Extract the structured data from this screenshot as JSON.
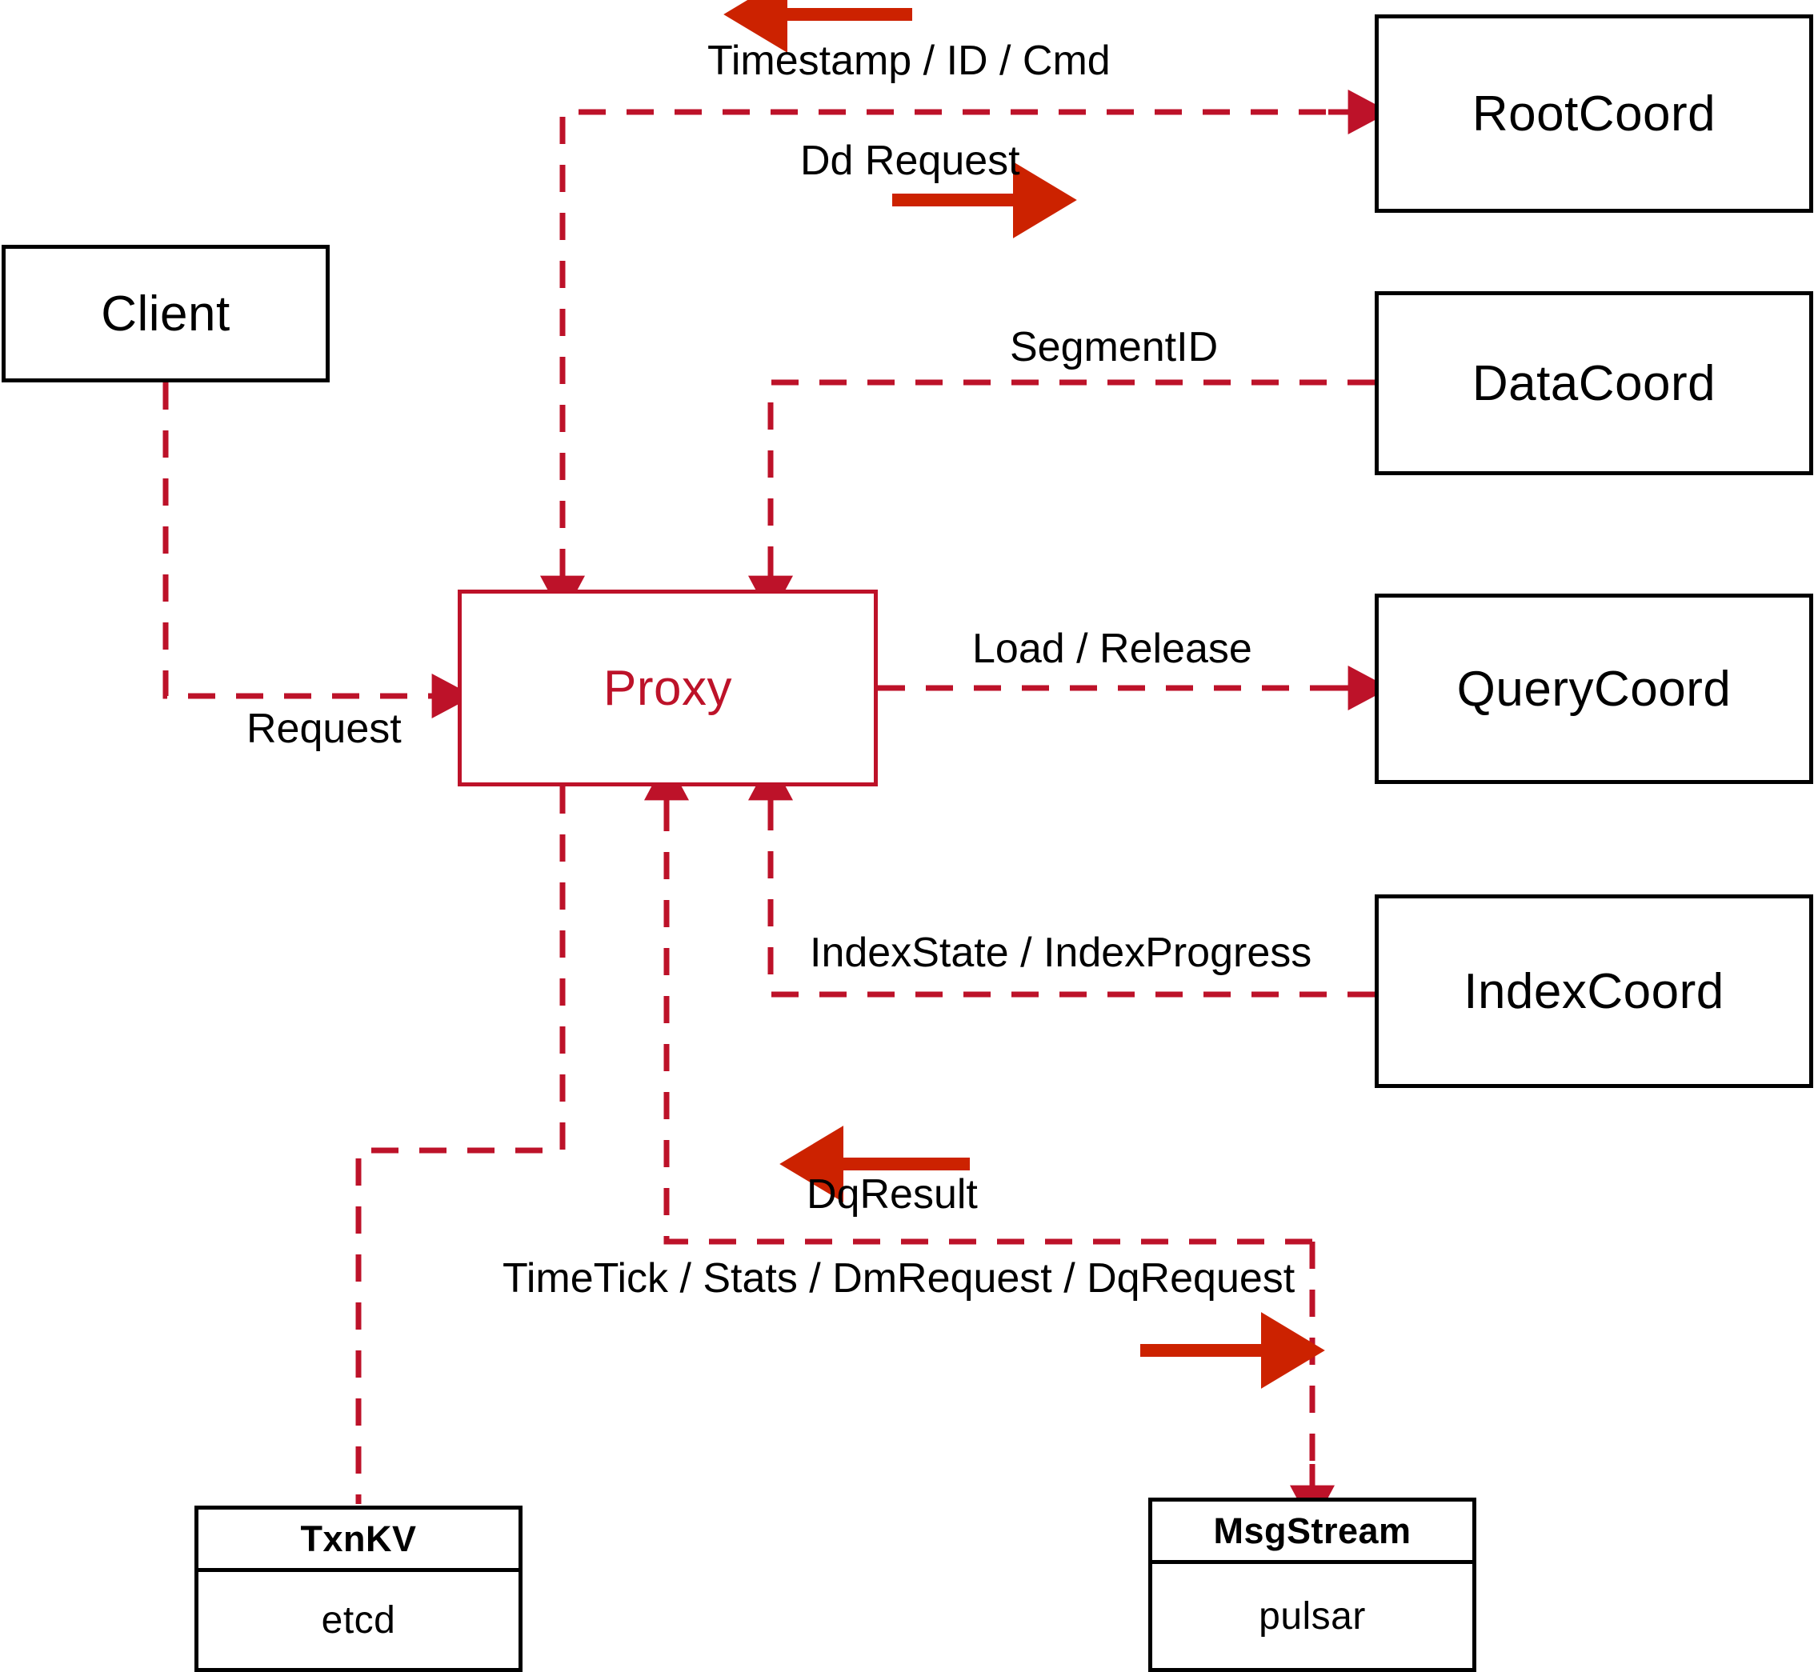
{
  "diagram": {
    "title": "Milvus Proxy interaction diagram",
    "colors": {
      "accent_red": "#BD1229",
      "arrow_red": "#CC2200",
      "node_border": "#000000",
      "background": "#FFFFFF"
    },
    "nodes": [
      {
        "id": "client",
        "label": "Client",
        "style": "black"
      },
      {
        "id": "proxy",
        "label": "Proxy",
        "style": "red"
      },
      {
        "id": "rootcoord",
        "label": "RootCoord",
        "style": "black"
      },
      {
        "id": "datacoord",
        "label": "DataCoord",
        "style": "black"
      },
      {
        "id": "querycoord",
        "label": "QueryCoord",
        "style": "black"
      },
      {
        "id": "indexcoord",
        "label": "IndexCoord",
        "style": "black"
      }
    ],
    "split_nodes": [
      {
        "id": "txnkv",
        "header": "TxnKV",
        "body": "etcd"
      },
      {
        "id": "msgstream",
        "header": "MsgStream",
        "body": "pulsar"
      }
    ],
    "edge_labels": [
      {
        "id": "timestamp-id-cmd",
        "text": "Timestamp / ID / Cmd"
      },
      {
        "id": "dd-request",
        "text": "Dd Request"
      },
      {
        "id": "segment-id",
        "text": "SegmentID"
      },
      {
        "id": "load-release",
        "text": "Load / Release"
      },
      {
        "id": "index-state",
        "text": "IndexState / IndexProgress"
      },
      {
        "id": "request",
        "text": "Request"
      },
      {
        "id": "dq-result",
        "text": "DqResult"
      },
      {
        "id": "timetick-stats",
        "text": "TimeTick / Stats / DmRequest / DqRequest"
      }
    ]
  }
}
